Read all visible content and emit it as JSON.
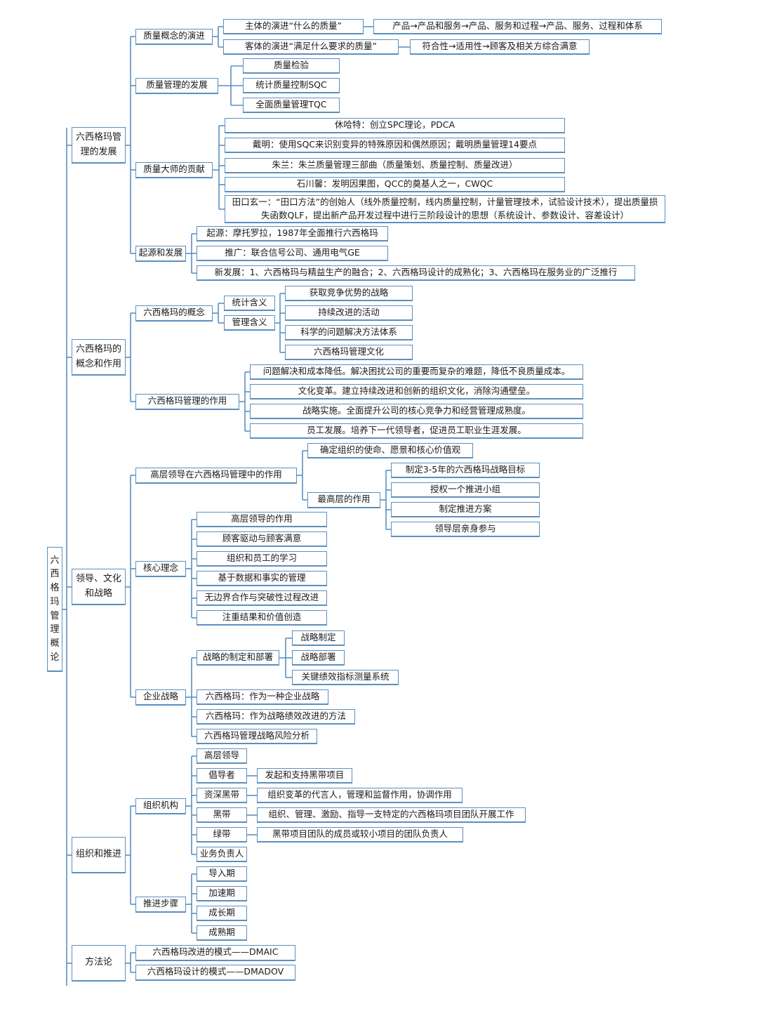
{
  "root": "六西格玛管理概论",
  "branches": [
    {
      "label": "六西格玛管理的发展",
      "children": [
        {
          "label": "质量概念的演进",
          "children": [
            {
              "label": "主体的演进“什么的质量”",
              "children": [
                {
                  "label": "产品→产品和服务→产品、服务和过程→产品、服务、过程和体系"
                }
              ]
            },
            {
              "label": "客体的演进“满足什么要求的质量”",
              "children": [
                {
                  "label": "符合性→适用性→顾客及相关方综合满意"
                }
              ]
            }
          ]
        },
        {
          "label": "质量管理的发展",
          "children": [
            {
              "label": "质量检验"
            },
            {
              "label": "统计质量控制SQC"
            },
            {
              "label": "全面质量管理TQC"
            }
          ]
        },
        {
          "label": "质量大师的贡献",
          "children": [
            {
              "label": "休哈特：创立SPC理论，PDCA"
            },
            {
              "label": "戴明：使用SQC来识别变异的特殊原因和偶然原因；戴明质量管理14要点"
            },
            {
              "label": "朱兰：朱兰质量管理三部曲（质量策划、质量控制、质量改进）"
            },
            {
              "label": "石川馨：发明因果图，QCC的奠基人之一，CWQC"
            },
            {
              "label": "田口玄一：“田口方法”的创始人（线外质量控制，线内质量控制，计量管理技术，试验设计技术），提出质量损失函数QLF，提出新产品开发过程中进行三阶段设计的思想（系统设计、参数设计、容差设计）"
            }
          ]
        },
        {
          "label": "起源和发展",
          "children": [
            {
              "label": "起源：摩托罗拉，1987年全面推行六西格玛"
            },
            {
              "label": "推广：联合信号公司、通用电气GE"
            },
            {
              "label": "新发展：1、六西格玛与精益生产的融合；2、六西格玛设计的成熟化；3、六西格玛在服务业的广泛推行"
            }
          ]
        }
      ]
    },
    {
      "label": "六西格玛的概念和作用",
      "children": [
        {
          "label": "六西格玛的概念",
          "children": [
            {
              "label": "统计含义"
            },
            {
              "label": "管理含义",
              "children": [
                {
                  "label": "获取竞争优势的战略"
                },
                {
                  "label": "持续改进的活动"
                },
                {
                  "label": "科学的问题解决方法体系"
                },
                {
                  "label": "六西格玛管理文化"
                }
              ]
            }
          ]
        },
        {
          "label": "六西格玛管理的作用",
          "children": [
            {
              "label": "问题解决和成本降低。解决困扰公司的重要而复杂的难题，降低不良质量成本。"
            },
            {
              "label": "文化变革。建立持续改进和创新的组织文化，消除沟通壁垒。"
            },
            {
              "label": "战略实施。全面提升公司的核心竞争力和经营管理成熟度。"
            },
            {
              "label": "员工发展。培养下一代领导者，促进员工职业生涯发展。"
            }
          ]
        }
      ]
    },
    {
      "label": "领导、文化和战略",
      "children": [
        {
          "label": "高层领导在六西格玛管理中的作用",
          "children": [
            {
              "label": "确定组织的使命、愿景和核心价值观"
            },
            {
              "label": "最高层的作用",
              "children": [
                {
                  "label": "制定3-5年的六西格玛战略目标"
                },
                {
                  "label": "授权一个推进小组"
                },
                {
                  "label": "制定推进方案"
                },
                {
                  "label": "领导层亲身参与"
                }
              ]
            }
          ]
        },
        {
          "label": "核心理念",
          "children": [
            {
              "label": "高层领导的作用"
            },
            {
              "label": "顾客驱动与顾客满意"
            },
            {
              "label": "组织和员工的学习"
            },
            {
              "label": "基于数据和事实的管理"
            },
            {
              "label": "无边界合作与突破性过程改进"
            },
            {
              "label": "注重结果和价值创造"
            }
          ]
        },
        {
          "label": "企业战略",
          "children": [
            {
              "label": "战略的制定和部署",
              "children": [
                {
                  "label": "战略制定"
                },
                {
                  "label": "战略部署"
                },
                {
                  "label": "关键绩效指标测量系统"
                }
              ]
            },
            {
              "label": "六西格玛：作为一种企业战略"
            },
            {
              "label": "六西格玛：作为战略绩效改进的方法"
            },
            {
              "label": "六西格玛管理战略风险分析"
            }
          ]
        }
      ]
    },
    {
      "label": "组织和推进",
      "children": [
        {
          "label": "组织机构",
          "children": [
            {
              "label": "高层领导"
            },
            {
              "label": "倡导者",
              "children": [
                {
                  "label": "发起和支持黑带项目"
                }
              ]
            },
            {
              "label": "资深黑带",
              "children": [
                {
                  "label": "组织变革的代言人，管理和监督作用，协调作用"
                }
              ]
            },
            {
              "label": "黑带",
              "children": [
                {
                  "label": "组织、管理、激励、指导一支特定的六西格玛项目团队开展工作"
                }
              ]
            },
            {
              "label": "绿带",
              "children": [
                {
                  "label": "黑带项目团队的成员或较小项目的团队负责人"
                }
              ]
            },
            {
              "label": "业务负责人"
            }
          ]
        },
        {
          "label": "推进步骤",
          "children": [
            {
              "label": "导入期"
            },
            {
              "label": "加速期"
            },
            {
              "label": "成长期"
            },
            {
              "label": "成熟期"
            }
          ]
        }
      ]
    },
    {
      "label": "方法论",
      "children": [
        {
          "label": "六西格玛改进的模式——DMAIC"
        },
        {
          "label": "六西格玛设计的模式——DMADOV"
        }
      ]
    }
  ],
  "colors": {
    "line": "#5b8fbf",
    "border": "#5b8fbf",
    "text": "#1a1a1a"
  }
}
